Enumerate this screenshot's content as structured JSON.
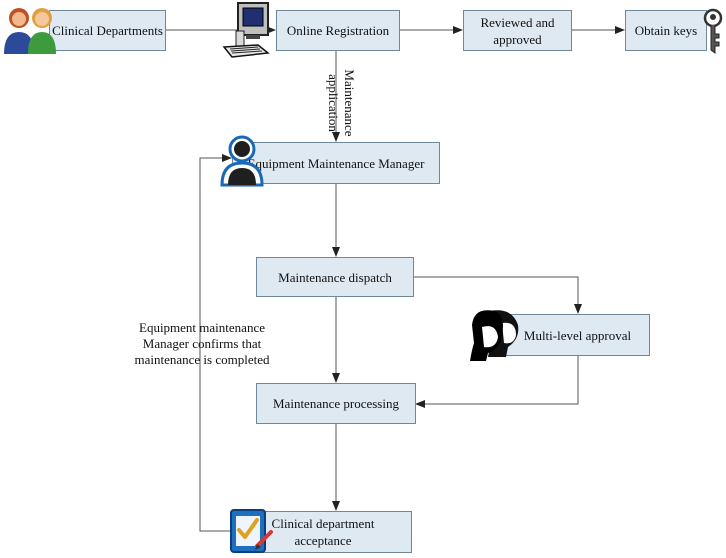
{
  "nodes": {
    "clinical_departments": "Clinical Departments",
    "online_registration": "Online Registration",
    "reviewed_approved": "Reviewed and\napproved",
    "obtain_keys": "Obtain keys",
    "equipment_manager": "Equipment Maintenance Manager",
    "maintenance_dispatch": "Maintenance dispatch",
    "multi_level_approval": "Multi-level approval",
    "maintenance_processing": "Maintenance processing",
    "clinical_acceptance": "Clinical department\nacceptance"
  },
  "labels": {
    "maintenance_application": "Maintenance\napplication",
    "confirm_completed": "Equipment maintenance\nManager confirms that\nmaintenance is completed"
  },
  "icons": {
    "people": "people-group-icon",
    "computer": "computer-icon",
    "key": "key-icon",
    "user": "user-icon",
    "approvers": "approvers-icon",
    "checklist": "checklist-icon"
  },
  "colors": {
    "box_fill": "#dfe9f2",
    "box_border": "#6e8799",
    "arrow": "#333333"
  }
}
